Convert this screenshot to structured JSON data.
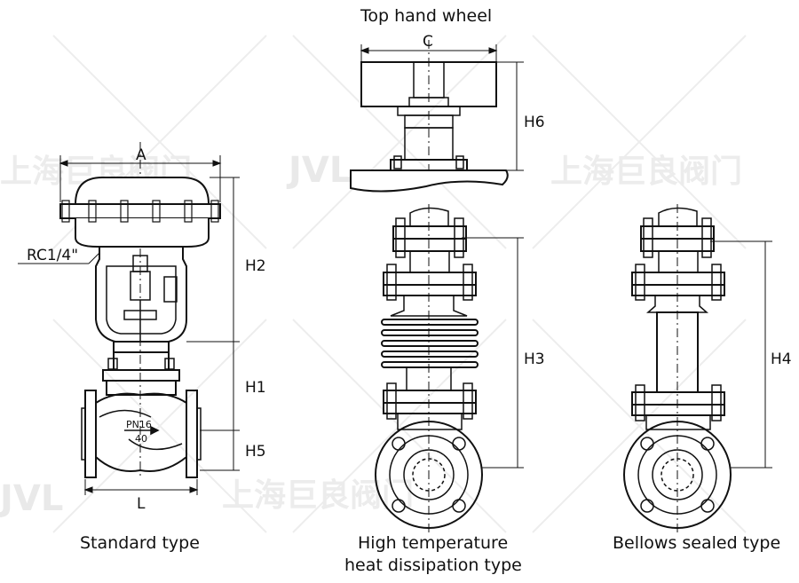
{
  "watermarks": {
    "logo_text": "JVL",
    "cn_text": "上海巨良阀门"
  },
  "captions": {
    "standard": "Standard type",
    "high_temp_line1": "High temperature",
    "high_temp_line2": "heat dissipation type",
    "bellows": "Bellows sealed type",
    "top_hand_wheel": "Top hand wheel"
  },
  "dimensions": {
    "A": "A",
    "C": "C",
    "L": "L",
    "H1": "H1",
    "H2": "H2",
    "H3": "H3",
    "H4": "H4",
    "H5": "H5",
    "H6": "H6",
    "rc": "RC1/4\"",
    "pn": "PN16",
    "dn": "40"
  }
}
